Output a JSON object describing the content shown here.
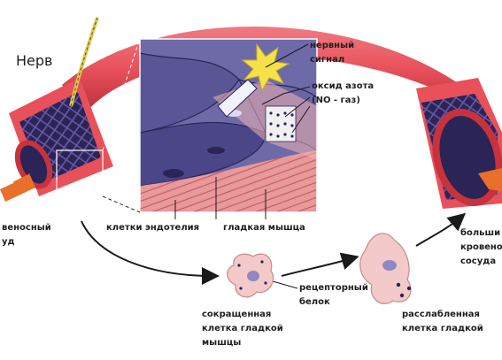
{
  "labels": {
    "nerve": "Нерв",
    "nerve_signal": [
      "нервный",
      "сигнал"
    ],
    "nitric_oxide": [
      "оксид азота",
      "(NO - газ)"
    ],
    "vessel_left": [
      "веносный",
      "уд"
    ],
    "endothelial_cells": "клетки эндотелия",
    "smooth_muscle": "гладкая мышца",
    "receptor_protein": [
      "рецепторный",
      "белок"
    ],
    "contracted_cell": [
      "сокращенная",
      "клетка гладкой",
      "мышцы"
    ],
    "relaxed_cell": [
      "расслабленная",
      "клетка гладкой"
    ],
    "larger_vessel": [
      "больши",
      "кровено",
      "сосуда"
    ]
  },
  "colors": {
    "vessel_outer": "#e8505a",
    "vessel_inner": "#c8323c",
    "lining": "#2b2456",
    "mesh": "#5a4a9a",
    "zoom_bg": "#6e6aa8",
    "cell_fill": "#f3c9c9",
    "nucleus": "#8f88c0",
    "arrow": "#1a1a1a"
  }
}
